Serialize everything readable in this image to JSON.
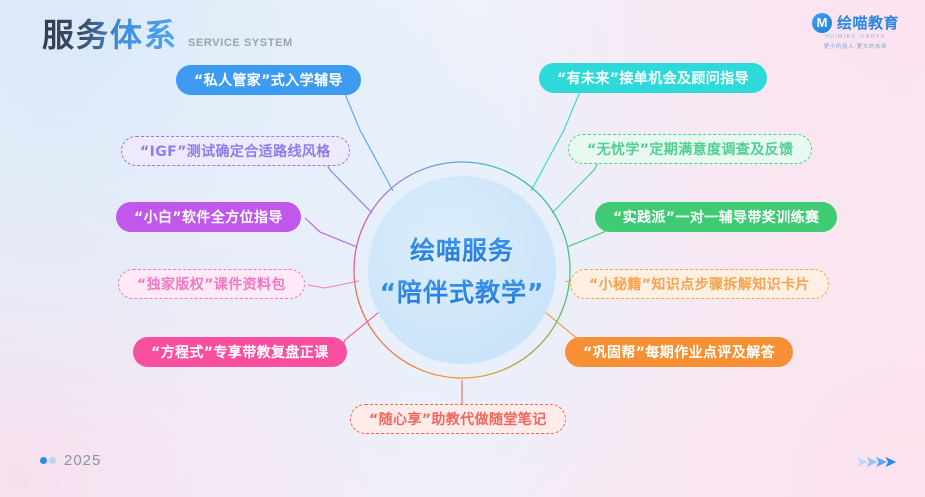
{
  "header": {
    "title_cn": "服务体系",
    "title_en": "SERVICE SYSTEM"
  },
  "logo": {
    "mark": "logo-mark-icon",
    "name_cn": "绘喵教育",
    "name_en": "HUIMIAO JIAOYU",
    "tagline": "更小的投入·更大的未来"
  },
  "hub": {
    "line1": "绘喵服务",
    "line2": "“陪伴式教学”"
  },
  "nodes": [
    {
      "id": "node-private-butler",
      "label": "“私人管家”式入学辅导",
      "style": "solid",
      "color": "#3d9bf0",
      "fill": "#3d9bf0",
      "side": "left"
    },
    {
      "id": "node-future-orders",
      "label": "“有未来”接单机会及顾问指导",
      "style": "solid",
      "color": "#2ed9d9",
      "fill": "#2ed9d9",
      "side": "right"
    },
    {
      "id": "node-igf-test",
      "label": "“IGF”测试确定合适路线风格",
      "style": "dashed",
      "color": "#8f7dea",
      "fill": "#eeeafc",
      "side": "left"
    },
    {
      "id": "node-worry-free",
      "label": "“无忧学”定期满意度调查及反馈",
      "style": "dashed",
      "color": "#4fcf92",
      "fill": "#e8f9f0",
      "side": "right"
    },
    {
      "id": "node-beginner-software",
      "label": "“小白”软件全方位指导",
      "style": "solid",
      "color": "#c158ec",
      "fill": "#c158ec",
      "side": "left"
    },
    {
      "id": "node-practice-school",
      "label": "“实践派”一对一辅导带奖训练赛",
      "style": "solid",
      "color": "#3fcb74",
      "fill": "#3fcb74",
      "side": "right"
    },
    {
      "id": "node-exclusive-copyright",
      "label": "“独家版权”课件资料包",
      "style": "dashed",
      "color": "#f07ac4",
      "fill": "#fdeaf6",
      "side": "left"
    },
    {
      "id": "node-secret-cards",
      "label": "“小秘籍”知识点步骤拆解知识卡片",
      "style": "dashed",
      "color": "#f7a34f",
      "fill": "#fdf0e3",
      "side": "right"
    },
    {
      "id": "node-formula-class",
      "label": "“方程式”专享带教复盘正课",
      "style": "solid",
      "color": "#f8509f",
      "fill": "#f8509f",
      "side": "left"
    },
    {
      "id": "node-consolidation-help",
      "label": "“巩固帮”每期作业点评及解答",
      "style": "solid",
      "color": "#f79034",
      "fill": "#f79034",
      "side": "right"
    },
    {
      "id": "node-free-notes",
      "label": "“随心享”助教代做随堂笔记",
      "style": "dashed",
      "color": "#f2675f",
      "fill": "#fdecea",
      "side": "bottom"
    }
  ],
  "footer": {
    "year": "2025",
    "arrows_icon": "chevrons-right-icon"
  }
}
